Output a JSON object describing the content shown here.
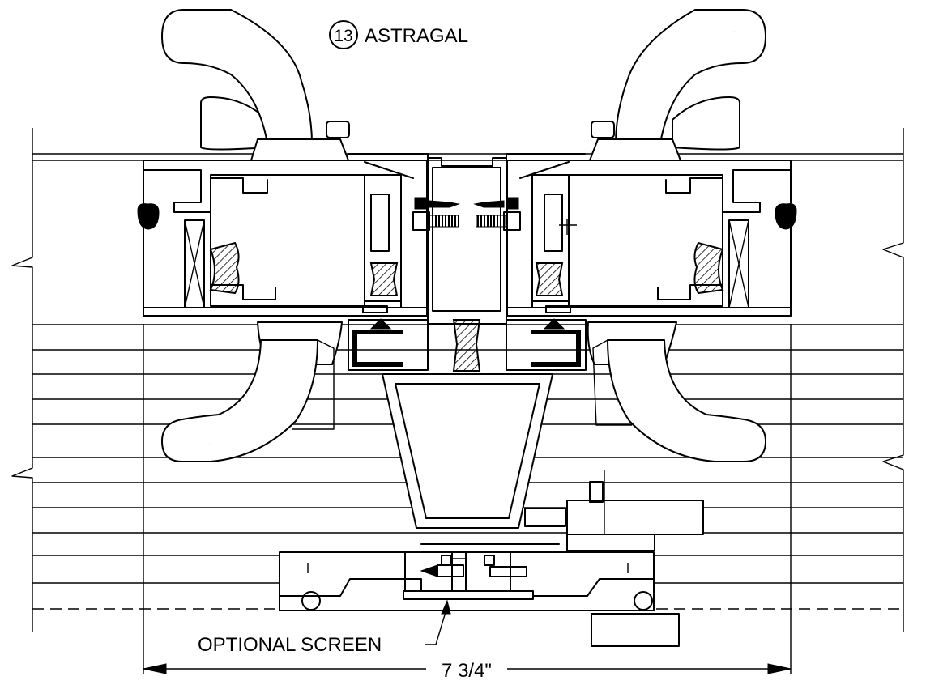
{
  "detail": {
    "callout_number": "13",
    "title": "ASTRAGAL",
    "screen_label": "OPTIONAL SCREEN",
    "dimension": "7 3/4\""
  }
}
